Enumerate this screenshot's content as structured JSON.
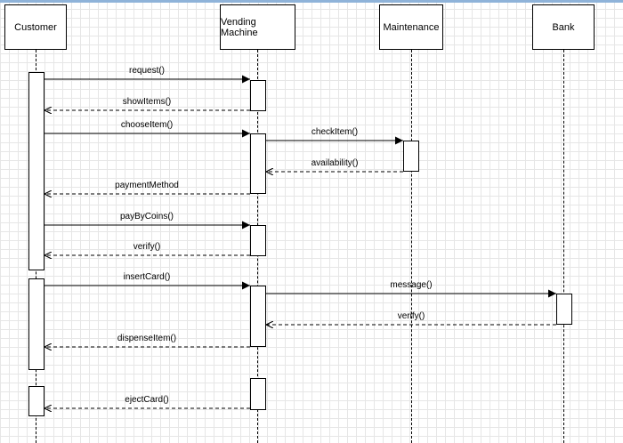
{
  "participants": {
    "customer": "Customer",
    "vending_machine": "Vending Machine",
    "maintenance": "Maintenance",
    "bank": "Bank"
  },
  "messages": {
    "m1": "request()",
    "m2": "showItems()",
    "m3": "chooseItem()",
    "m4": "checkItem()",
    "m5": "availability()",
    "m6": "paymentMethod",
    "m7": "payByCoins()",
    "m8": "verify()",
    "m9": "insertCard()",
    "m10": "message()",
    "m11": "verify()",
    "m12": "dispenseItem()",
    "m13": "ejectCard()"
  }
}
